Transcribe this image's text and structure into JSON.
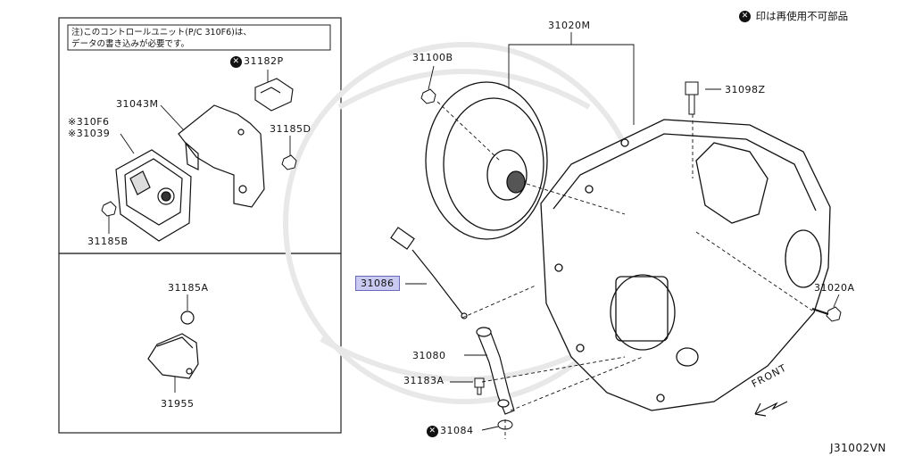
{
  "legend": {
    "icon": "x-circle-icon",
    "text": "印は再使用不可部品"
  },
  "note": {
    "line1": "注)このコントロールユニット(P/C 310F6)は、",
    "line2": "データの書き込みが必要です。"
  },
  "labels": {
    "p31182p": "31182P",
    "p31043m": "31043M",
    "p310f6": "※310F6",
    "p31039": "※31039",
    "p31185d": "31185D",
    "p31185b": "31185B",
    "p31185a": "31185A",
    "p31955": "31955",
    "p31100b": "31100B",
    "p31020m": "31020M",
    "p31098z": "31098Z",
    "p31086": "31086",
    "p31080": "31080",
    "p31183a": "31183A",
    "p31084": "31084",
    "p31020a": "31020A"
  },
  "front_label": "FRONT",
  "diagram_code": "J31002VN",
  "highlight_color": "#c9c9f2"
}
